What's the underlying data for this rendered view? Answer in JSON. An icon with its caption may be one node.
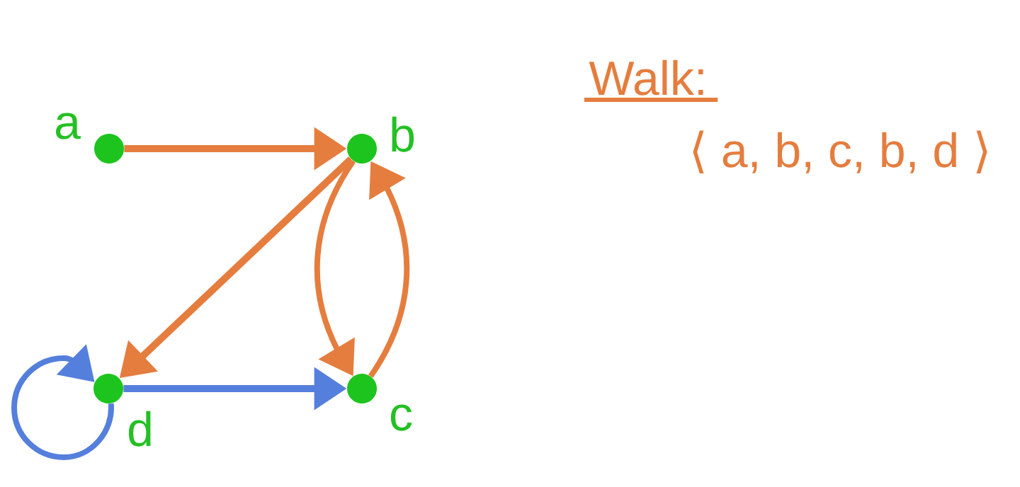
{
  "diagram": {
    "nodes": [
      {
        "text": [],
        "shape": "circle",
        "beside": [
          "a"
        ]
      },
      {
        "text": [],
        "shape": "circle",
        "beside": [
          "b"
        ]
      },
      {
        "text": [],
        "shape": "circle",
        "beside": [
          "d"
        ]
      },
      {
        "text": [],
        "shape": "circle",
        "beside": [
          "c"
        ]
      }
    ],
    "edges": [
      {
        "from": 0,
        "to": 1,
        "arrow": "to"
      },
      {
        "from": 1,
        "to": 2,
        "arrow": "to"
      },
      {
        "from": 1,
        "to": 3,
        "arrow": "to"
      },
      {
        "from": 3,
        "to": 1,
        "arrow": "to"
      },
      {
        "from": 2,
        "to": 3,
        "arrow": "to",
        "color": "#557fdc"
      },
      {
        "from": 2,
        "to": 2,
        "arrow": "to",
        "color": "#557fdc"
      }
    ],
    "labels": [
      "Walk:",
      "⟨ a, b, c, b, d ⟩"
    ]
  }
}
